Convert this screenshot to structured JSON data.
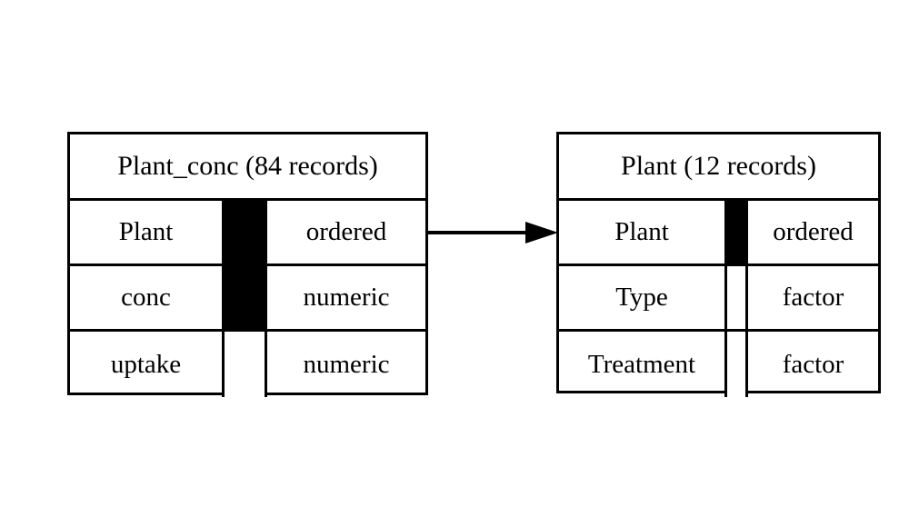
{
  "diagram": {
    "type": "entity-relationship-diagram",
    "background_color": "#ffffff",
    "line_color": "#000000",
    "tables": [
      {
        "id": "plant_conc",
        "title": "Plant_conc (84 records)",
        "name": "Plant_conc",
        "record_count": "84 records",
        "fields": [
          {
            "name": "Plant",
            "type": "ordered",
            "key": true
          },
          {
            "name": "conc",
            "type": "numeric",
            "key": true
          },
          {
            "name": "uptake",
            "type": "numeric",
            "key": false
          }
        ]
      },
      {
        "id": "plant",
        "title": "Plant (12 records)",
        "name": "Plant",
        "record_count": "12 records",
        "fields": [
          {
            "name": "Plant",
            "type": "ordered",
            "key": true
          },
          {
            "name": "Type",
            "type": "factor",
            "key": false
          },
          {
            "name": "Treatment",
            "type": "factor",
            "key": false
          }
        ]
      }
    ],
    "relationship": {
      "from_table": "Plant_conc",
      "from_field": "Plant",
      "to_table": "Plant",
      "to_field": "Plant",
      "direction": "right",
      "style": "solid-line-filled-arrowhead"
    }
  }
}
